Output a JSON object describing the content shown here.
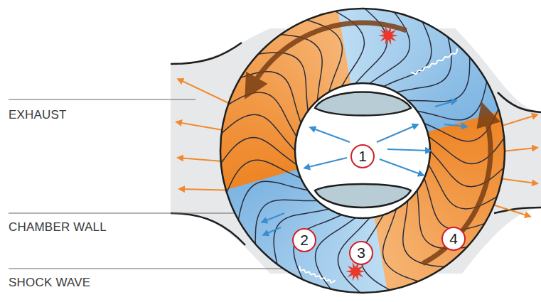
{
  "diagram": {
    "labels": [
      "EXHAUST",
      "CHAMBER WALL",
      "SHOCK WAVE",
      "1",
      "2",
      "3",
      "4"
    ]
  }
}
